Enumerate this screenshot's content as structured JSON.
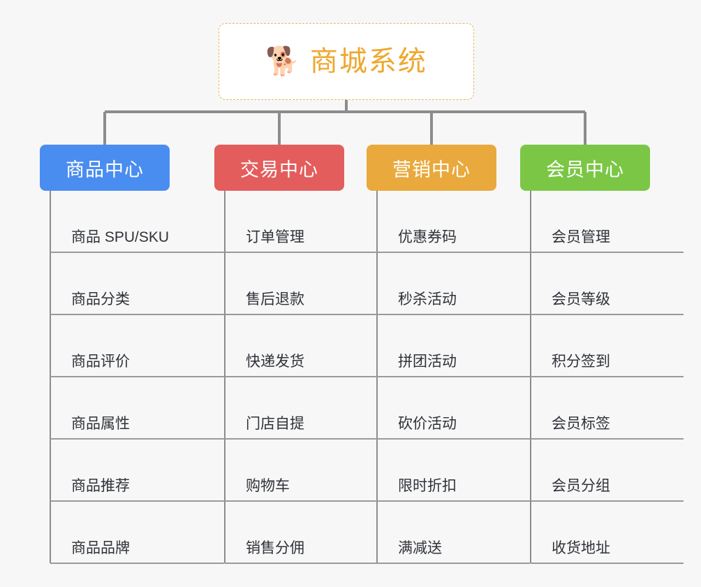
{
  "page": {
    "background_color": "#f7f7f7",
    "type": "mindmap"
  },
  "root": {
    "icon": "dog-face-icon",
    "emoji": "🐕",
    "title": "商城系统",
    "text_color": "#efa72e",
    "border_color": "#e8b562",
    "background_color": "#ffffff"
  },
  "branches": [
    {
      "label": "商品中心",
      "color": "#4a8df0",
      "items": [
        {
          "label": "商品 SPU/SKU"
        },
        {
          "label": "商品分类"
        },
        {
          "label": "商品评价"
        },
        {
          "label": "商品属性"
        },
        {
          "label": "商品推荐"
        },
        {
          "label": "商品品牌"
        }
      ]
    },
    {
      "label": "交易中心",
      "color": "#e45d5d",
      "items": [
        {
          "label": "订单管理"
        },
        {
          "label": "售后退款"
        },
        {
          "label": "快递发货"
        },
        {
          "label": "门店自提"
        },
        {
          "label": "购物车"
        },
        {
          "label": "销售分佣"
        }
      ]
    },
    {
      "label": "营销中心",
      "color": "#e9a93c",
      "items": [
        {
          "label": "优惠券码"
        },
        {
          "label": "秒杀活动"
        },
        {
          "label": "拼团活动"
        },
        {
          "label": "砍价活动"
        },
        {
          "label": "限时折扣"
        },
        {
          "label": "满减送"
        }
      ]
    },
    {
      "label": "会员中心",
      "color": "#7bc745",
      "items": [
        {
          "label": "会员管理"
        },
        {
          "label": "会员等级"
        },
        {
          "label": "积分签到"
        },
        {
          "label": "会员标签"
        },
        {
          "label": "会员分组"
        },
        {
          "label": "收货地址"
        }
      ]
    }
  ],
  "connectors": {
    "color": "#8c8c8c",
    "leaf_line_color": "#9a9a9a"
  }
}
